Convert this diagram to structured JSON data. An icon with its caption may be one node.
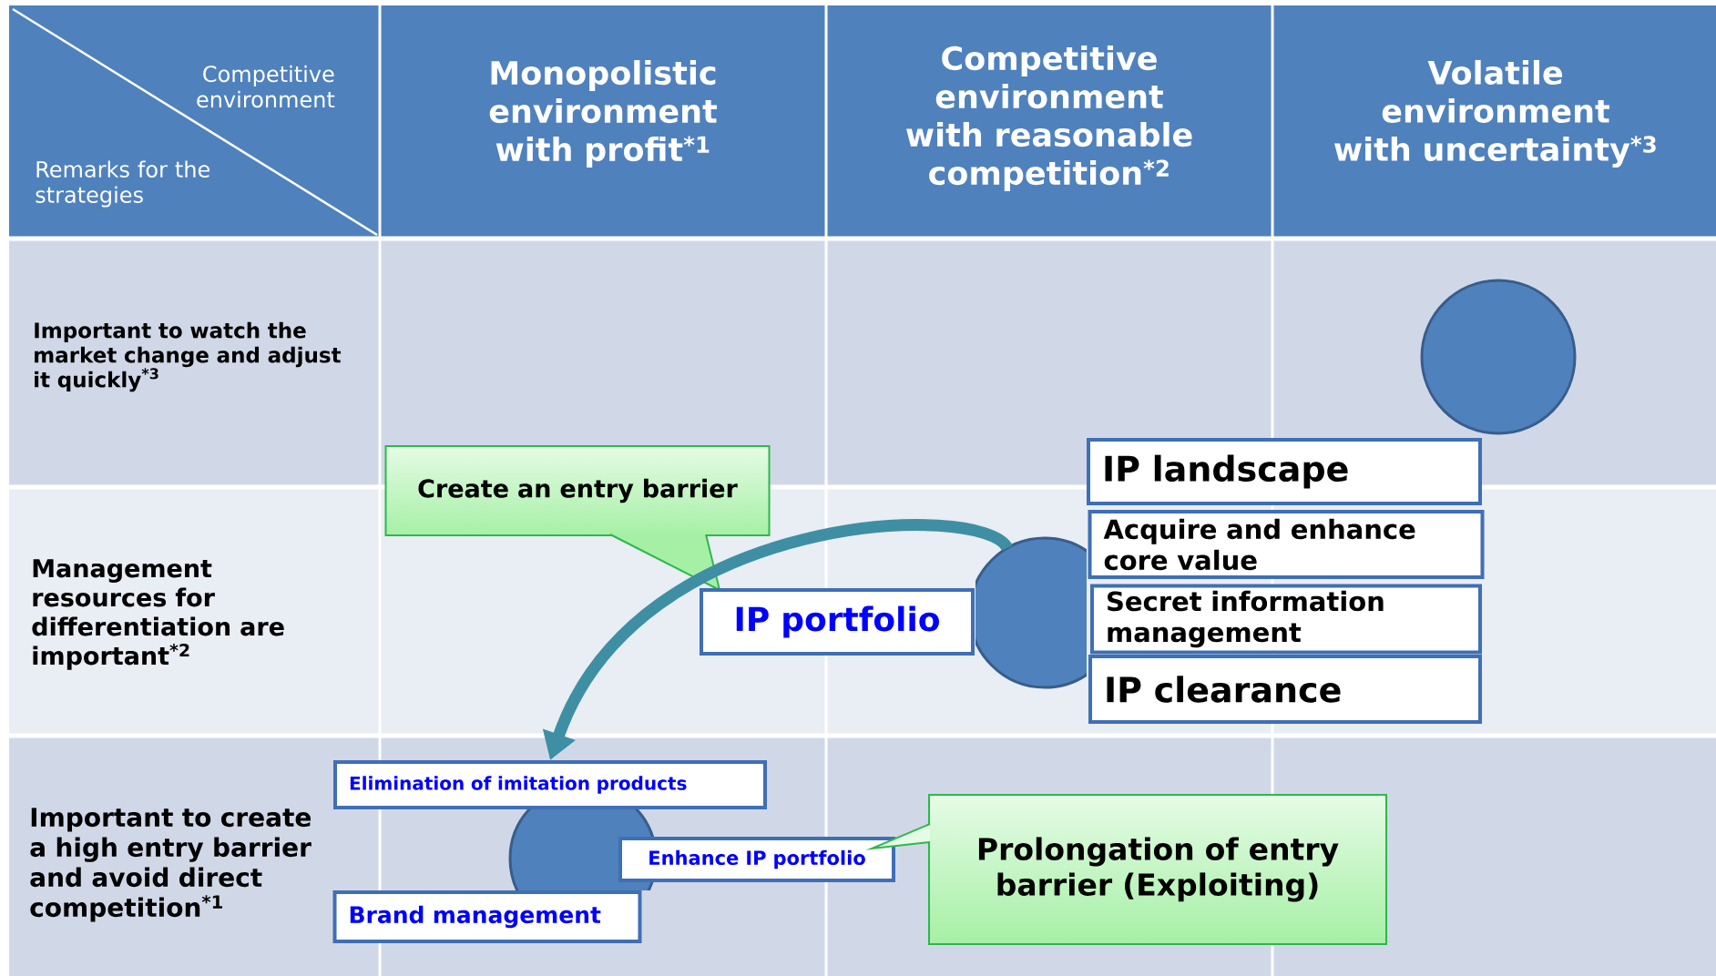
{
  "diagram": {
    "nodes": [
      {
        "text": [],
        "shape": "circle"
      },
      {
        "text": [
          "Create an entry barrier"
        ]
      },
      {
        "text": [
          "IP portfolio"
        ]
      },
      {
        "text": [],
        "shape": "circle"
      },
      {
        "text": [
          "IP landscape"
        ]
      },
      {
        "text": [
          "Acquire and enhance core value"
        ]
      },
      {
        "text": [
          "Secret information management"
        ]
      },
      {
        "text": [
          "IP clearance"
        ]
      },
      {
        "text": [
          "Elimination of imitation products"
        ]
      },
      {
        "text": [],
        "shape": "circle"
      },
      {
        "text": [
          "Enhance IP portfolio"
        ]
      },
      {
        "text": [
          "Brand management"
        ]
      },
      {
        "text": [
          "Prolongation of entry barrier (Exploiting)"
        ]
      }
    ],
    "edges": [
      {
        "from": 3,
        "to": 8,
        "arrow": "to",
        "style": "thick"
      },
      {
        "from": 12,
        "to": 10,
        "arrow": "to"
      }
    ],
    "labels": [
      "Competitive environment",
      "Remarks for the strategies",
      "Monopolistic environment with profit$^{*1}$",
      "Competitive environment with reasonable competition$^{*2}$",
      "Volatile environment with uncertainty$^{*3}$",
      "Important to watch the market change and adjust it quickly$^{*3}$",
      "Management resources for differentiation are important$^{*2}$",
      "Important to create a high entry barrier and avoid direct competition$^{*1}$"
    ]
  }
}
